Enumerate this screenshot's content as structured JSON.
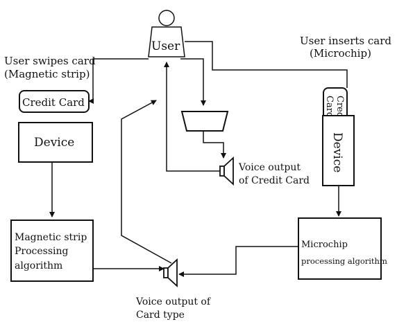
{
  "user": {
    "label": "User"
  },
  "left": {
    "caption_line1": "User swipes card",
    "caption_line2": "(Magnetic strip)",
    "card_label": "Credit Card",
    "device_label": "Device",
    "algo_line1": "Magnetic strip",
    "algo_line2": "Processing",
    "algo_line3": "algorithm"
  },
  "right": {
    "caption_line1": "User inserts card",
    "caption_line2": "(Microchip)",
    "card_label_line1": "Credit",
    "card_label_line2": "Card",
    "device_label": "Device",
    "algo_line1": "Microchip",
    "algo_line2": "processing algorithm"
  },
  "voice_credit": {
    "line1": "Voice output",
    "line2": "of Credit Card"
  },
  "voice_type": {
    "line1": "Voice output of",
    "line2": "Card type"
  }
}
